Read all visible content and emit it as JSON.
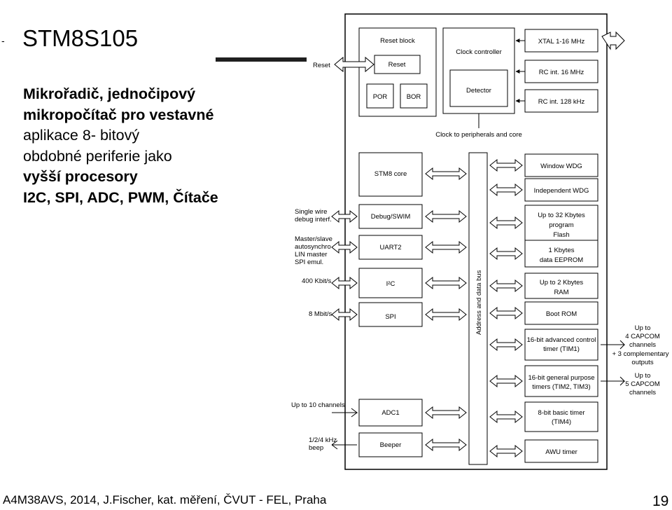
{
  "slide": {
    "title": "STM8S105",
    "bullets": [
      {
        "text": "Mikrořadič, jednočipový",
        "bold": true
      },
      {
        "text": "mikropočítač pro vestavné",
        "bold": true
      },
      {
        "text": "aplikace 8- bitový",
        "bold": false
      },
      {
        "text": "obdobné periferie jako",
        "bold": false
      },
      {
        "text": "vyšší procesory",
        "bold": true
      },
      {
        "text": "I2C, SPI, ADC, PWM, Čítače",
        "bold": true
      }
    ],
    "footer": "A4M38AVS, 2014, J.Fischer, kat. měření, ČVUT - FEL, Praha",
    "page_number": "19"
  },
  "diagram": {
    "reset_block": "Reset block",
    "reset_inner": "Reset",
    "por": "POR",
    "bor": "BOR",
    "clock_controller": "Clock controller",
    "detector": "Detector",
    "xtal": "XTAL 1-16 MHz",
    "rc16": "RC int. 16 MHz",
    "rc128": "RC int. 128 kHz",
    "clock_note": "Clock to peripherals and core",
    "reset_ext": "Reset",
    "bus_label": "Address and data bus",
    "left_blocks": {
      "stm8_core": "STM8 core",
      "debug": "Debug/SWIM",
      "uart": "UART2",
      "i2c": "I²C",
      "spi": "SPI",
      "adc": "ADC1",
      "beeper": "Beeper"
    },
    "left_ext": {
      "single_wire": [
        "Single wire",
        "debug interf."
      ],
      "uart_ext": [
        "Master/slave",
        "autosynchro",
        "LIN master",
        "SPI emul."
      ],
      "i2c_ext": [
        "400 Kbit/s"
      ],
      "spi_ext": [
        "8 Mbit/s"
      ],
      "adc_ext": [
        "Up to 10 channels"
      ],
      "beep_ext": [
        "1/2/4 kHz",
        "beep"
      ]
    },
    "right_blocks": {
      "window_wdg": "Window WDG",
      "indep_wdg": "Independent WDG",
      "flash": [
        "Up to 32 Kbytes",
        "program",
        "Flash"
      ],
      "eeprom": [
        "1 Kbytes",
        "data EEPROM"
      ],
      "ram": [
        "Up to 2 Kbytes",
        "RAM"
      ],
      "boot_rom": "Boot ROM",
      "tim1": [
        "16-bit advanced control",
        "timer (TIM1)"
      ],
      "tim23": [
        "16-bit general purpose",
        "timers (TIM2, TIM3)"
      ],
      "tim4": [
        "8-bit basic timer",
        "(TIM4)"
      ],
      "awu": "AWU timer"
    },
    "right_ext": {
      "tim1_ext": [
        "Up to",
        "4 CAPCOM",
        "channels",
        "+ 3 complementary",
        "outputs"
      ],
      "tim23_ext": [
        "Up to",
        "5 CAPCOM",
        "channels"
      ]
    }
  }
}
